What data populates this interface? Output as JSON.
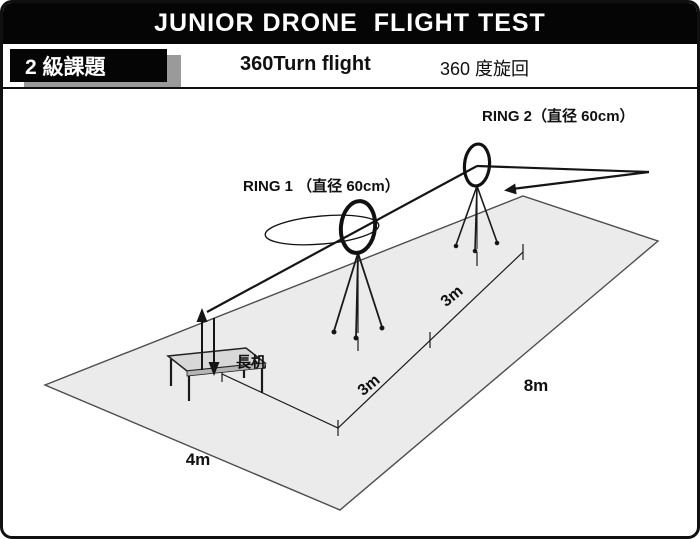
{
  "header": {
    "title": "JUNIOR DRONE  FLIGHT TEST"
  },
  "subheader": {
    "level_badge": "2 級課題",
    "task_title": "360Turn flight",
    "task_subtitle": "360 度旋回"
  },
  "diagram": {
    "ring1_label": "RING 1 （直径 60cm）",
    "ring2_label": "RING 2（直径 60cm）",
    "desk_label": "長机",
    "dims": {
      "desk_to_ring1": "3m",
      "ring1_to_ring2": "3m",
      "long_side": "8m",
      "short_side": "4m"
    },
    "colors": {
      "field_fill": "#ebebeb",
      "field_stroke": "#4d4d4d",
      "ink": "#111111",
      "bench_fill": "#d8d8d8",
      "bench_side_fill": "#b5b5b5",
      "badge_shadow": "#9a9a9a",
      "header_bg": "#050505"
    }
  }
}
